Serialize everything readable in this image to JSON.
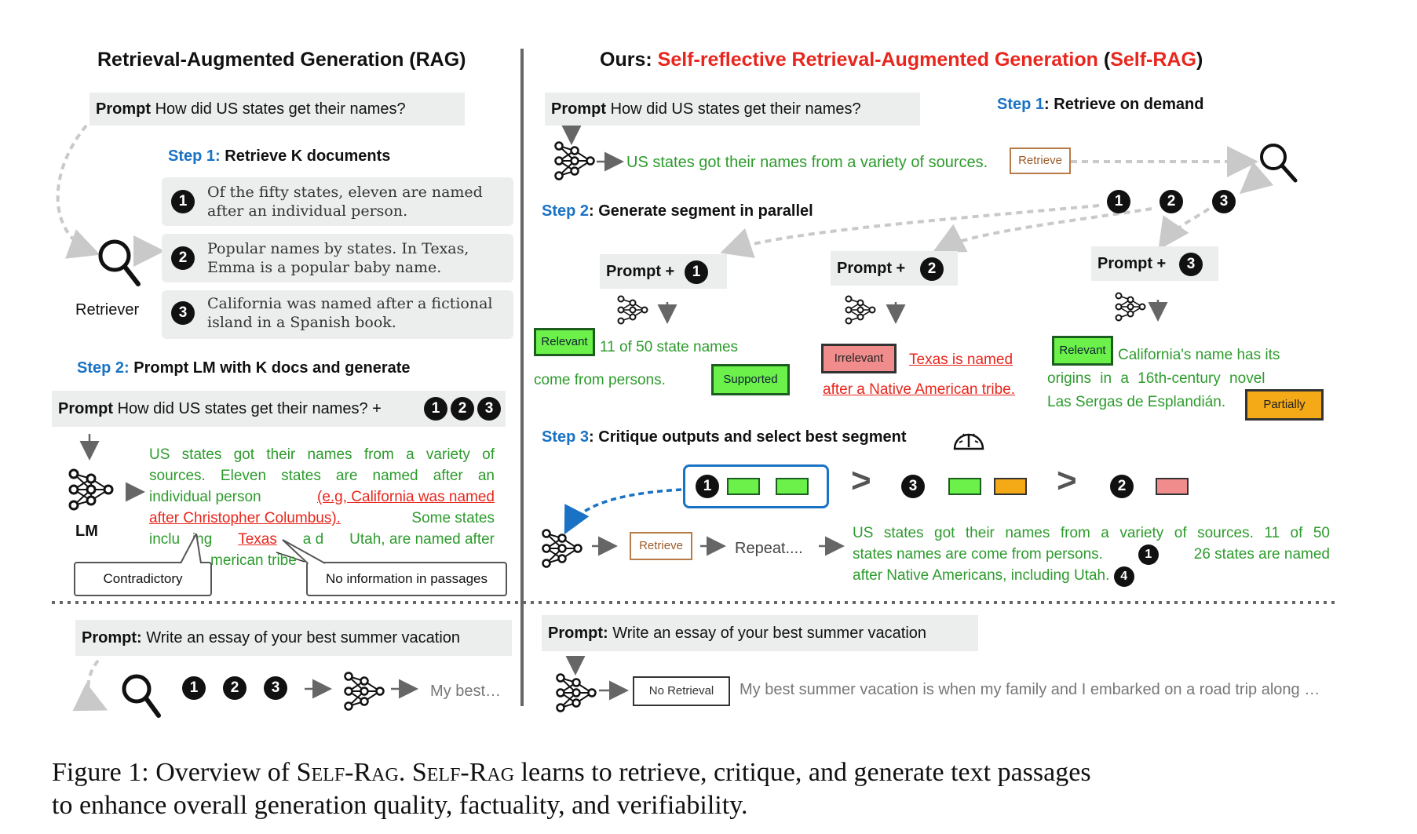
{
  "rag": {
    "title": "Retrieval-Augmented Generation (RAG)",
    "prompt_label": "Prompt",
    "prompt_text": "How did US states get their names?",
    "step1_label": "Step 1:",
    "step1_text": "Retrieve K documents",
    "docs": [
      {
        "num": "1",
        "line1": "Of the fifty states, eleven are named",
        "line2": "after an individual person."
      },
      {
        "num": "2",
        "line1": "Popular names by states. In Texas,",
        "line2": "Emma is a popular baby name."
      },
      {
        "num": "3",
        "line1": "California was named after a fictional",
        "line2": "island in a Spanish book."
      }
    ],
    "retriever_label": "Retriever",
    "step2_label": "Step 2:",
    "step2_text": "Prompt LM with K docs and generate",
    "prompt2_text": "How did US states get their names? +",
    "lm_label": "LM",
    "gen_lines": [
      "US states got their names from a variety of",
      "sources. Eleven states are named after an",
      "individual person",
      "(e.g, California was named",
      "after Christopher Columbus).",
      "Some states",
      "inclu",
      "ing",
      "Texas",
      "a",
      "d",
      "Utah, are named after",
      "merican tribe"
    ],
    "contradictory_label": "Contradictory",
    "noinfo_label": "No information in passages"
  },
  "selfrag": {
    "title_prefix": "Ours:",
    "title_main": "Self-reflective Retrieval-Augmented Generation",
    "title_paren_open": "(",
    "title_abbr": "Self-RAG",
    "title_paren_close": ")",
    "prompt_label": "Prompt",
    "prompt_text": "How did US states get their names?",
    "step1_label": "Step 1",
    "step1_text": ": Retrieve on demand",
    "first_output": "US states got their names from a variety of sources.",
    "retrieve_tag": "Retrieve",
    "step2_label": "Step 2",
    "step2_text": ": Generate segment in parallel",
    "prompt_plus": "Prompt +",
    "seg1": {
      "tag1": "Relevant",
      "text_a": "11 of 50 state names",
      "text_b": "come from persons.",
      "tag2": "Supported"
    },
    "seg2": {
      "tag1": "Irrelevant",
      "text_a": "Texas is named",
      "text_b": "after a Native American tribe."
    },
    "seg3": {
      "tag1": "Relevant",
      "text_a": "California's name has its",
      "text_b": "origins in a 16th-century novel",
      "text_c": "Las Sergas de Esplandián.",
      "tag2": "Partially"
    },
    "step3_label": "Step 3",
    "step3_text": ": Critique outputs and select best segment",
    "gt": ">",
    "repeat_text": "Repeat....",
    "final_line1": "US states got their names from a variety of sources. 11 of 50",
    "final_line2a": "states names are come from persons.",
    "final_line2b": "26 states are named",
    "final_line3": "after Native Americans, including Utah.",
    "num4": "4"
  },
  "bottom": {
    "prompt_label": "Prompt:",
    "prompt_text": "Write an essay of your best summer vacation",
    "left_output": "My best…",
    "noret_tag": "No Retrieval",
    "right_output": "My best summer vacation is when my family and I embarked on a road trip along …"
  },
  "caption": {
    "fig": "Figure 1: Overview of",
    "sc1": "Self-Rag",
    "mid": ".",
    "sc2": "Self-Rag",
    "rest1": "learns to retrieve, critique, and generate text passages",
    "line2": "to enhance overall generation quality, factuality, and verifiability."
  },
  "colors": {
    "red": "#e8261d",
    "blue": "#1a72c4",
    "green": "#2d9b2d",
    "tag_green": "#6cf04a",
    "tag_pink": "#f08c8c",
    "tag_orange": "#f4a917",
    "box_gray": "#eceeee"
  },
  "icons": [
    "search-icon",
    "neural-net-icon",
    "gauge-icon"
  ]
}
